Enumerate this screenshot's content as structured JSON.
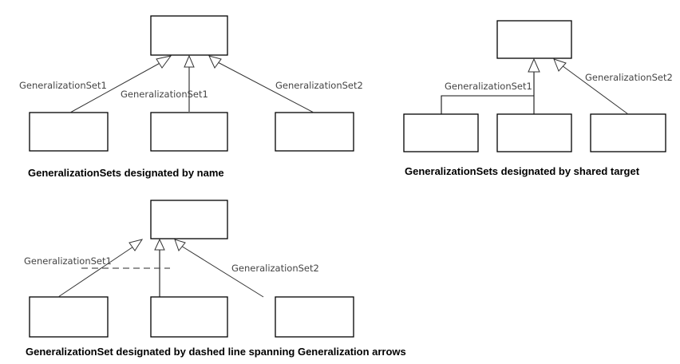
{
  "diagrams": [
    {
      "id": "by-name",
      "caption": "GeneralizationSets designated by name",
      "labels": [
        "GeneralizationSet1",
        "GeneralizationSet1",
        "GeneralizationSet2"
      ]
    },
    {
      "id": "by-shared-target",
      "caption": "GeneralizationSets designated by shared target",
      "labels": [
        "GeneralizationSet1",
        "GeneralizationSet2"
      ]
    },
    {
      "id": "by-dashed-line",
      "caption": "GeneralizationSet designated by dashed line spanning Generalization arrows",
      "labels": [
        "GeneralizationSet1",
        "GeneralizationSet2"
      ]
    }
  ]
}
